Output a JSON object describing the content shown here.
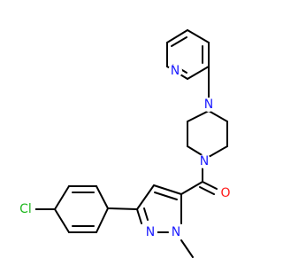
{
  "molecule": {
    "atoms": [
      {
        "id": "n_pyr",
        "symbol": "N",
        "color": "#1a1aff"
      },
      {
        "id": "n_pip_top",
        "symbol": "N",
        "color": "#1a1aff"
      },
      {
        "id": "n_pip_bot",
        "symbol": "N",
        "color": "#1a1aff"
      },
      {
        "id": "o_carbonyl",
        "symbol": "O",
        "color": "#ff1a1a"
      },
      {
        "id": "n_pz2",
        "symbol": "N",
        "color": "#1a1aff"
      },
      {
        "id": "n_pz1",
        "symbol": "N",
        "color": "#1a1aff"
      },
      {
        "id": "cl",
        "symbol": "Cl",
        "color": "#1fb81f"
      }
    ]
  }
}
